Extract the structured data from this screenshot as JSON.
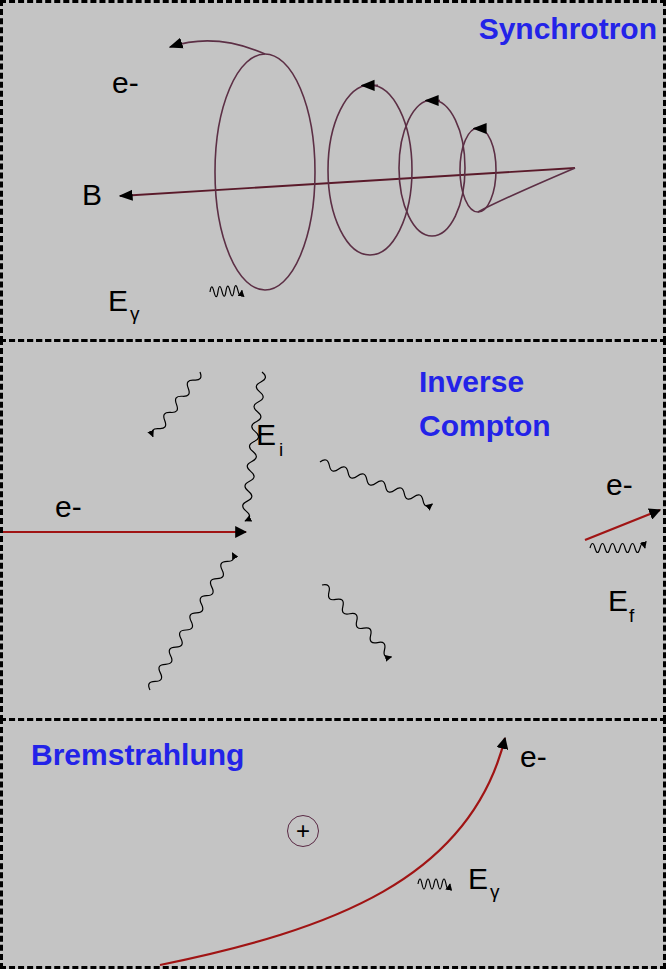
{
  "diagram": {
    "nodes": [
      {
        "text": [
          "Synchrotron"
        ]
      },
      {
        "text": [
          "Inverse Compton"
        ]
      },
      {
        "text": [
          "Bremstrahlung"
        ]
      },
      {
        "text": [
          "+"
        ],
        "in": 2
      }
    ],
    "labels": [
      "e-",
      "B",
      "E",
      "γ",
      "E",
      "i",
      "e-",
      "e-",
      "E",
      "f",
      "e-",
      "E",
      "γ"
    ]
  }
}
